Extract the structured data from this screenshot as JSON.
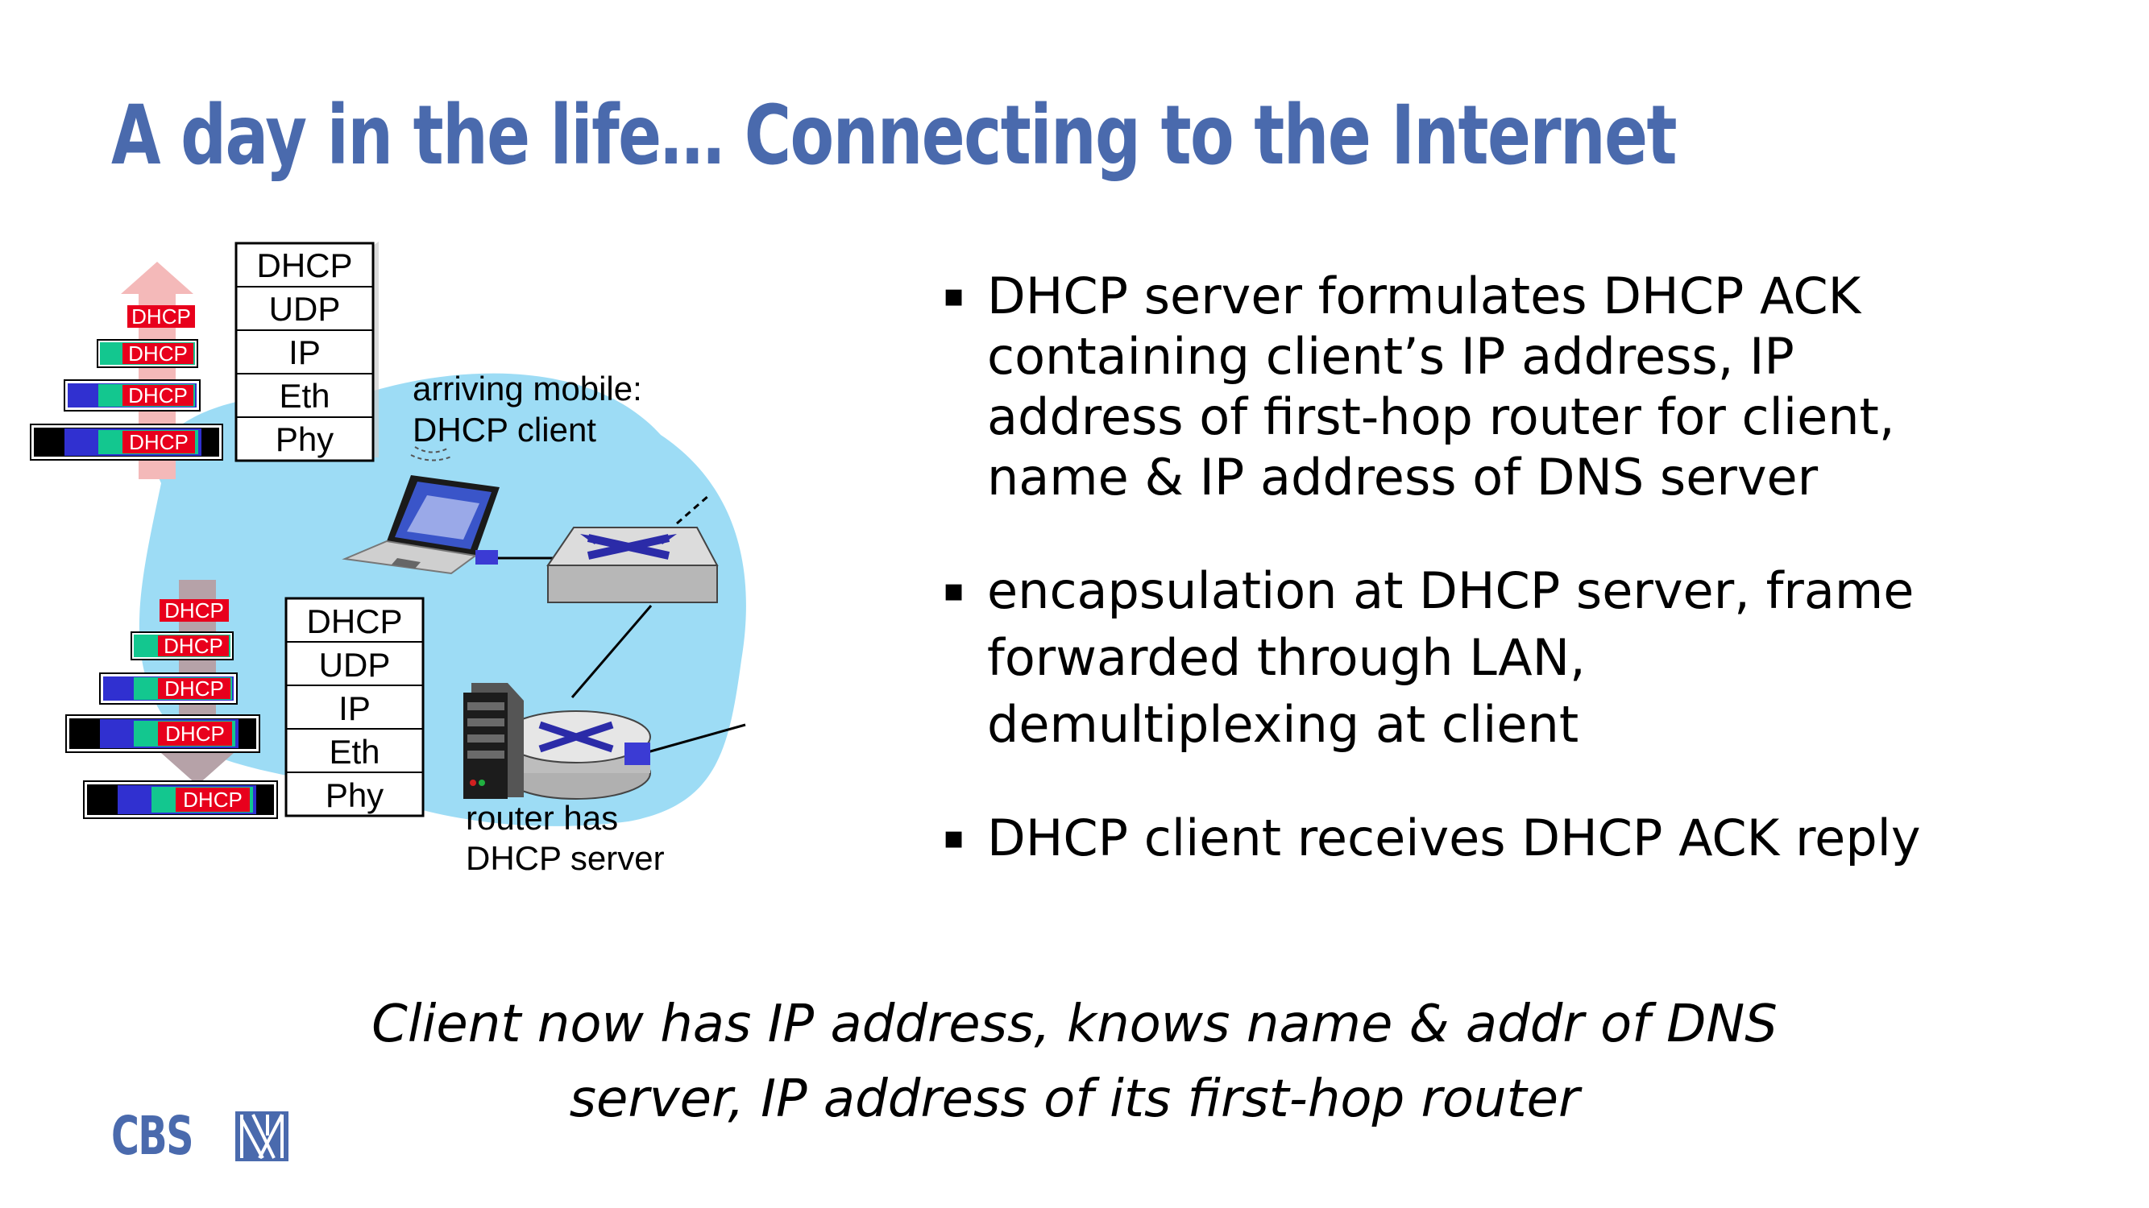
{
  "slide": {
    "title": "A day in the life… Connecting to the Internet",
    "bullets": [
      [
        "DHCP server formulates DHCP ACK",
        "containing client’s IP address, IP",
        "address of first-hop router for client,",
        "name & IP address of DNS server"
      ],
      [
        "encapsulation at DHCP server, frame",
        "forwarded through LAN,",
        "demultiplexing at client"
      ],
      [
        "DHCP client receives DHCP ACK reply"
      ]
    ],
    "footer": [
      "Client now has IP address, knows name & addr of DNS",
      "server, IP address of its first-hop router"
    ],
    "logo_text": "CBS"
  },
  "diagram": {
    "client_stack": [
      "DHCP",
      "UDP",
      "IP",
      "Eth",
      "Phy"
    ],
    "server_stack": [
      "DHCP",
      "UDP",
      "IP",
      "Eth",
      "Phy"
    ],
    "packet_label": "DHCP",
    "client_label": [
      "arriving mobile:",
      "DHCP client"
    ],
    "router_label": [
      "router has",
      "DHCP server"
    ],
    "colors": {
      "cloud": "#9ddcf5",
      "dhcp": "#e8001c",
      "udp": "#13c78f",
      "ip": "#3030d0",
      "eth": "#000000",
      "arrow": "#f4b9b9",
      "title": "#4a6aad"
    }
  }
}
